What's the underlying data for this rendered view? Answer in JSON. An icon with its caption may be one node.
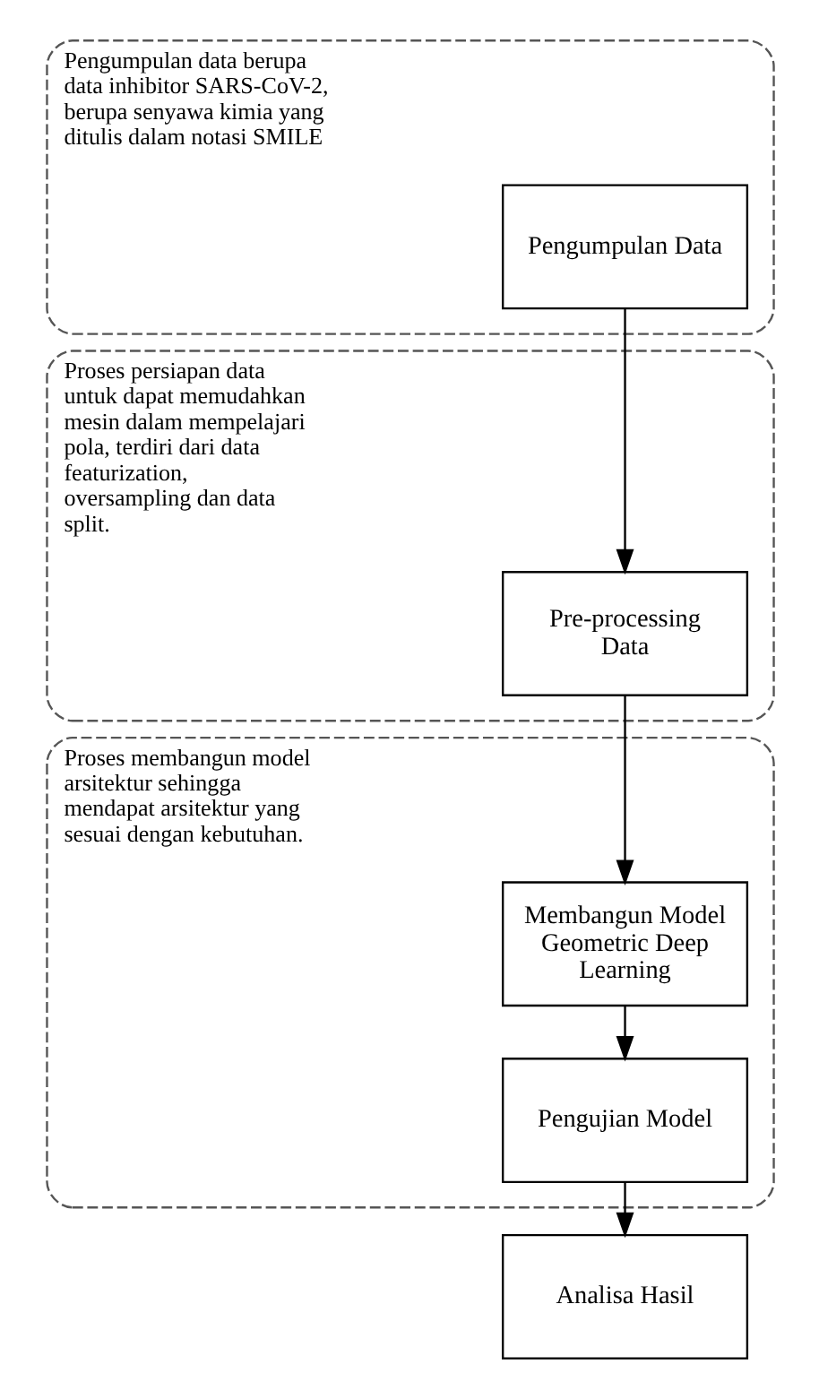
{
  "diagram": {
    "nodes": [
      {
        "text": [
          "Pengumpulan data berupa data inhibitor SARS-CoV-2, berupa senyawa kimia yang ditulis dalam notasi SMILE"
        ]
      },
      {
        "text": [
          "Pengumpulan Data"
        ],
        "in": 0
      },
      {
        "text": [
          "Proses persiapan data untuk dapat memudahkan mesin dalam mempelajari pola, terdiri dari data featurization, oversampling dan data split."
        ]
      },
      {
        "text": [
          "Pre-processing Data"
        ],
        "in": 2
      },
      {
        "text": [
          "Proses membangun model arsitektur sehingga mendapat arsitektur yang sesuai dengan kebutuhan."
        ]
      },
      {
        "text": [
          "Membangun Model Geometric Deep Learning"
        ],
        "in": 4
      },
      {
        "text": [
          "Pengujian Model"
        ],
        "in": 4
      },
      {
        "text": [
          "Analisa Hasil"
        ]
      }
    ],
    "edges": [
      {
        "from": 1,
        "to": 3,
        "arrow": "to"
      },
      {
        "from": 3,
        "to": 5,
        "arrow": "to"
      },
      {
        "from": 5,
        "to": 6,
        "arrow": "to"
      },
      {
        "from": 6,
        "to": 7,
        "arrow": "to"
      }
    ]
  }
}
